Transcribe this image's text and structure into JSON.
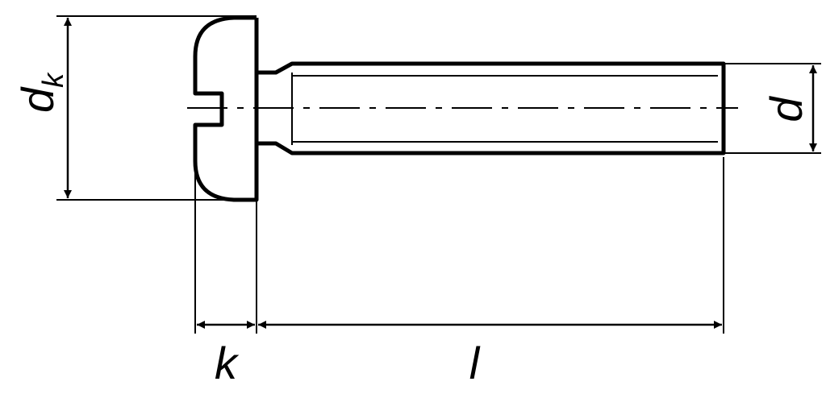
{
  "colors": {
    "line": "#000000",
    "background": "#ffffff"
  },
  "labels": {
    "dk_main": "d",
    "dk_sub": "k",
    "d": "d",
    "k": "k",
    "l": "l"
  }
}
